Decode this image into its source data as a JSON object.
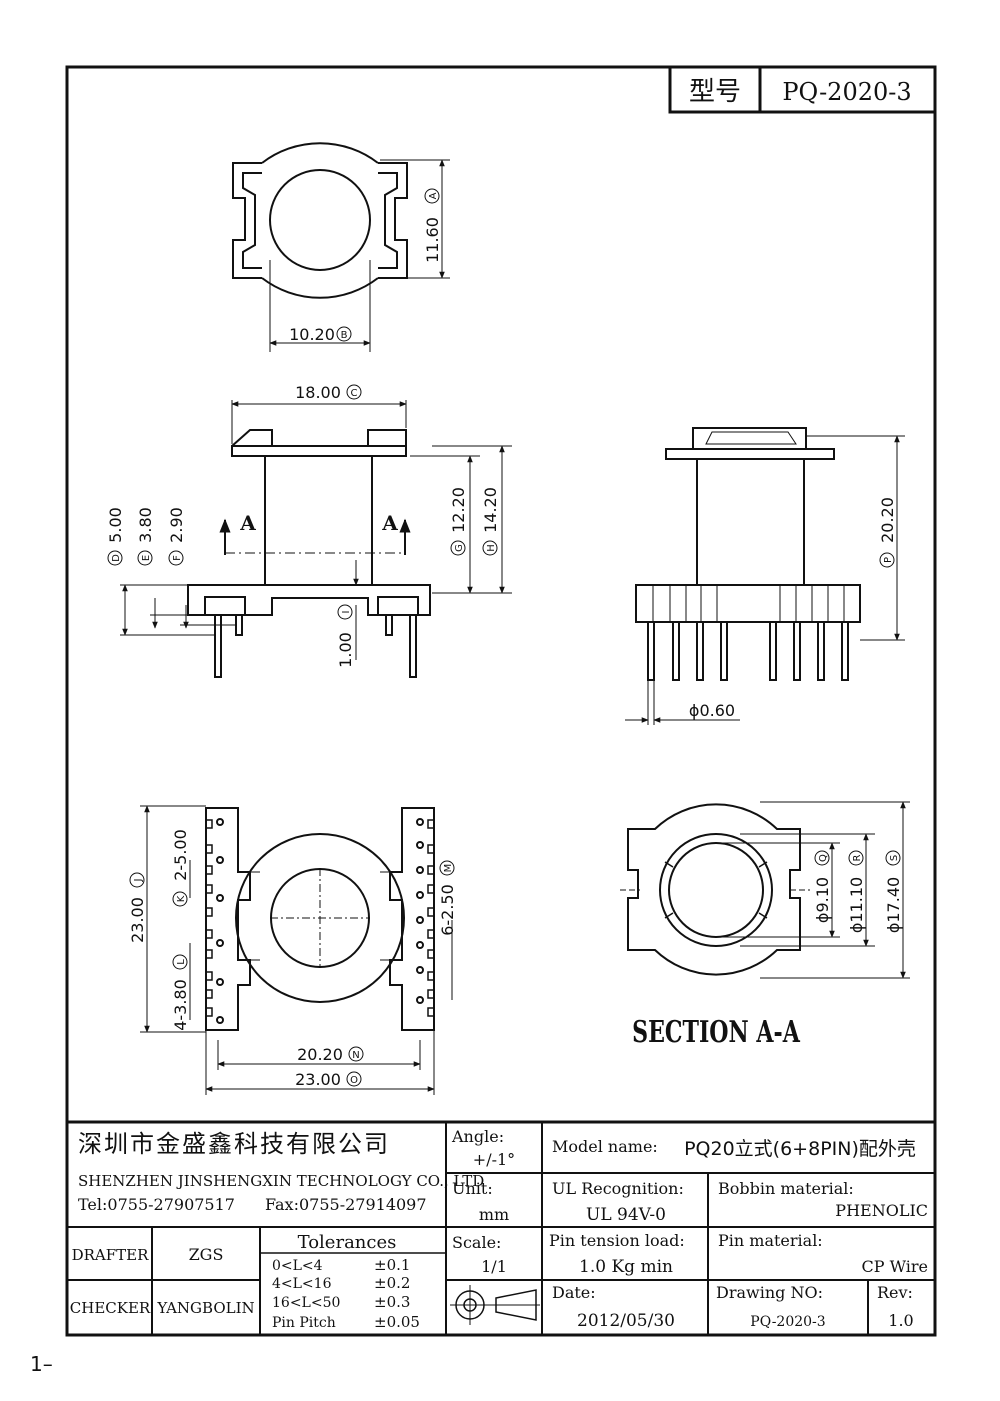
{
  "header": {
    "model_label": "型号",
    "model_value": "PQ-2020-3"
  },
  "dimensions": {
    "A": "11.60",
    "A_tag": "A",
    "B": "10.20",
    "B_tag": "B",
    "C": "18.00",
    "C_tag": "C",
    "D": "5.00",
    "D_tag": "D",
    "E": "3.80",
    "E_tag": "E",
    "F": "2.90",
    "F_tag": "F",
    "G": "12.20",
    "G_tag": "G",
    "H": "14.20",
    "H_tag": "H",
    "I": "1.00",
    "I_tag": "I",
    "P": "20.20",
    "P_tag": "P",
    "pin_dia": "ϕ0.60",
    "J": "23.00",
    "J_tag": "J",
    "K": "2-5.00",
    "K_tag": "K",
    "L": "4-3.80",
    "L_tag": "L",
    "M": "6-2.50",
    "M_tag": "M",
    "N": "20.20",
    "N_tag": "N",
    "O": "23.00",
    "O_tag": "O",
    "Q": "ϕ9.10",
    "Q_tag": "Q",
    "R": "ϕ11.10",
    "R_tag": "R",
    "S": "ϕ17.40",
    "S_tag": "S",
    "section_label": "A",
    "section_title": "SECTION A-A"
  },
  "titleblock": {
    "company_cn": "深圳市金盛鑫科技有限公司",
    "company_en": "SHENZHEN JINSHENGXIN TECHNOLOGY CO., LTD",
    "tel": "Tel:0755-27907517",
    "fax": "Fax:0755-27914097",
    "angle_label": "Angle:",
    "angle_value": "+/-1°",
    "unit_label": "Unit:",
    "unit_value": "mm",
    "scale_label": "Scale:",
    "scale_value": "1/1",
    "model_name_label": "Model name:",
    "model_name_value": "PQ20立式(6+8PIN)配外壳",
    "ul_label": "UL Recognition:",
    "ul_value": "UL 94V-0",
    "bobbin_label": "Bobbin material:",
    "bobbin_value": "PHENOLIC",
    "pin_tension_label": "Pin tension load:",
    "pin_tension_value": "1.0 Kg min",
    "pin_material_label": "Pin material:",
    "pin_material_value": "CP Wire",
    "date_label": "Date:",
    "date_value": "2012/05/30",
    "drawing_no_label": "Drawing NO:",
    "drawing_no_value": "PQ-2020-3",
    "rev_label": "Rev:",
    "rev_value": "1.0",
    "drafter_label": "DRAFTER",
    "drafter_value": "ZGS",
    "checker_label": "CHECKER",
    "checker_value": "YANGBOLIN",
    "tolerances_title": "Tolerances",
    "tolerances": [
      {
        "range": "0<L<4",
        "tol": "±0.1"
      },
      {
        "range": "4<L<16",
        "tol": "±0.2"
      },
      {
        "range": "16<L<50",
        "tol": "±0.3"
      },
      {
        "range": "Pin Pitch",
        "tol": "±0.05"
      }
    ]
  },
  "page_number": "1–"
}
